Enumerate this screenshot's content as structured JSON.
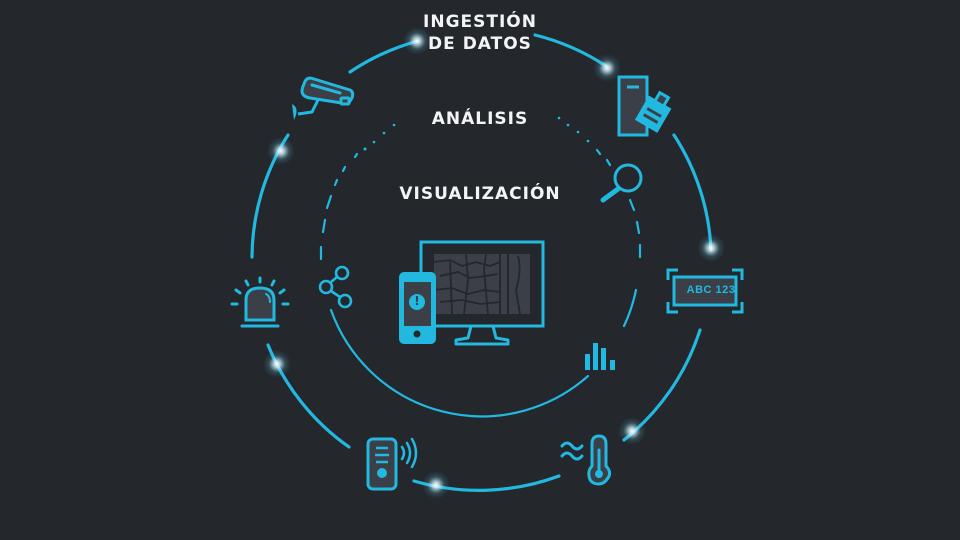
{
  "colors": {
    "background": "#24282d",
    "accent": "#22b8e0",
    "icon_fill": "#3b3f47",
    "text": "#f2f4f6",
    "glow": "#ffffff"
  },
  "stages": {
    "outer": {
      "label_line1": "INGESTIÓN",
      "label_line2": "DE DATOS"
    },
    "middle": {
      "label": "ANÁLISIS"
    },
    "inner": {
      "label": "VISUALIZACIÓN"
    }
  },
  "icons": {
    "outer_ring": [
      "security-camera-icon",
      "document-badge-icon",
      "license-plate-reader-icon",
      "temperature-sensor-icon",
      "wireless-sensor-icon",
      "alarm-beacon-icon"
    ],
    "inner_ring": [
      "magnifier-icon",
      "bar-chart-icon",
      "share-network-icon"
    ],
    "center": [
      "monitor-map-icon",
      "smartphone-alert-icon"
    ]
  },
  "license_plate": {
    "text": "ABC 123"
  },
  "alert_symbol": "!"
}
